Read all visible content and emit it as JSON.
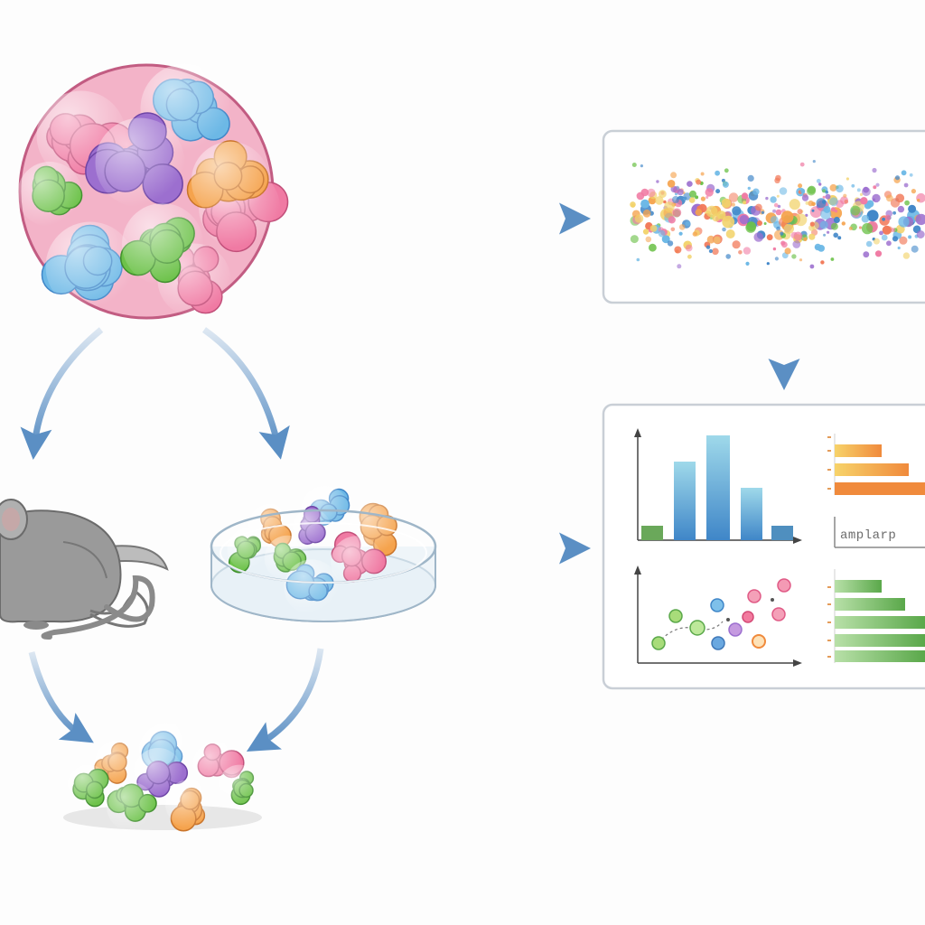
{
  "diagram": {
    "nodes": [
      {
        "id": "tumor",
        "kind": "multicolor-cell-cluster"
      },
      {
        "id": "mouse",
        "kind": "mouse-model"
      },
      {
        "id": "dish",
        "kind": "petri-dish-culture"
      },
      {
        "id": "xenograft",
        "kind": "flattened-cell-cluster"
      },
      {
        "id": "sequencing",
        "kind": "dot-matrix-panel"
      },
      {
        "id": "analysis",
        "kind": "chart-panel"
      }
    ],
    "edges": [
      {
        "from": "tumor",
        "to": "sequencing"
      },
      {
        "from": "tumor",
        "to": "mouse"
      },
      {
        "from": "tumor",
        "to": "dish"
      },
      {
        "from": "sequencing",
        "to": "analysis"
      },
      {
        "from": "dish",
        "to": "analysis"
      },
      {
        "from": "mouse",
        "to": "xenograft"
      },
      {
        "from": "dish",
        "to": "xenograft"
      }
    ],
    "colors": {
      "arrow": "#5b8fc4",
      "pink": "#f07aa3",
      "blue": "#6cb8e6",
      "purple": "#9c6fcf",
      "orange": "#f5a34d",
      "green": "#6dc24a",
      "yellow": "#f2d36b",
      "mouse": "#8e8e8e",
      "panel_border": "#c9cfd6"
    }
  },
  "analysis_panel": {
    "label_text": "amplarp"
  }
}
